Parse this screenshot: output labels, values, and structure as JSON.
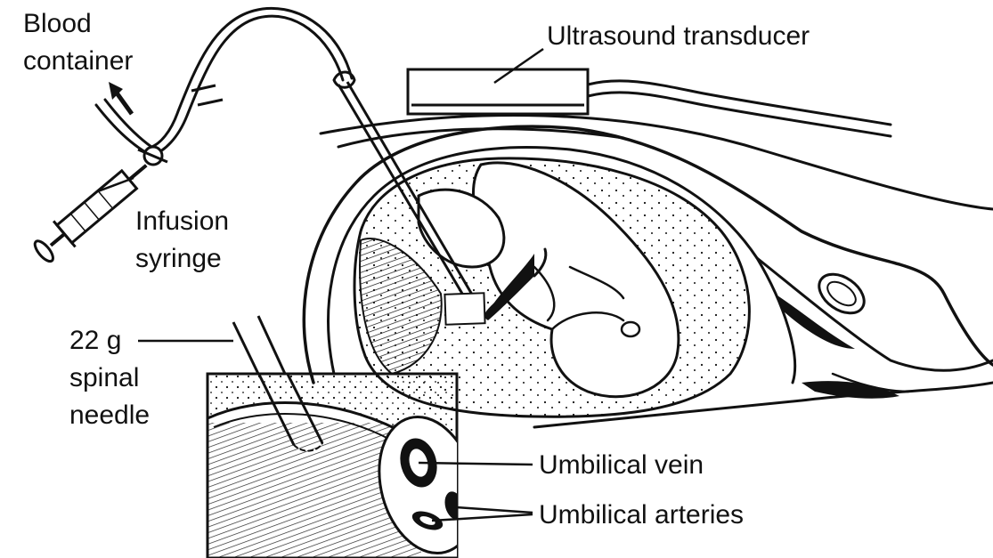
{
  "labels": {
    "blood_container_line1": "Blood",
    "blood_container_line2": "container",
    "ultrasound_transducer": "Ultrasound transducer",
    "infusion_syringe_line1": "Infusion",
    "infusion_syringe_line2": "syringe",
    "needle_line1": "22 g",
    "needle_line2": "spinal",
    "needle_line3": "needle",
    "umbilical_vein": "Umbilical vein",
    "umbilical_arteries": "Umbilical arteries"
  },
  "colors": {
    "ink": "#111111",
    "background": "#ffffff"
  }
}
